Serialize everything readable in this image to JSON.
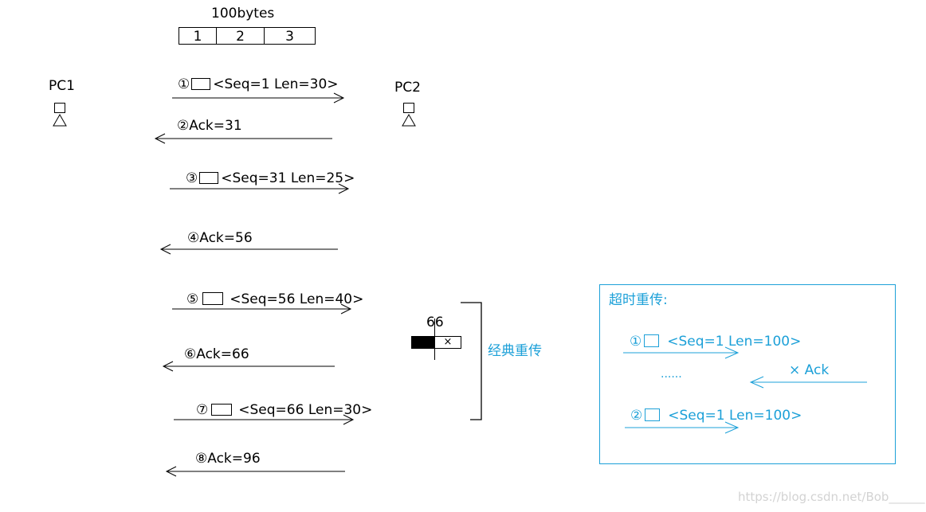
{
  "header": {
    "total_label": "100bytes",
    "segments": [
      "1",
      "2",
      "3"
    ]
  },
  "nodes": {
    "left": "PC1",
    "right": "PC2"
  },
  "messages": [
    {
      "num": "①",
      "text": "<Seq=1 Len=30>",
      "direction": "right",
      "has_packet": true
    },
    {
      "num": "②",
      "text": "Ack=31",
      "direction": "left",
      "has_packet": false
    },
    {
      "num": "③",
      "text": "<Seq=31 Len=25>",
      "direction": "right",
      "has_packet": true
    },
    {
      "num": "④",
      "text": "Ack=56",
      "direction": "left",
      "has_packet": false
    },
    {
      "num": "⑤",
      "text": "<Seq=56 Len=40>",
      "direction": "right",
      "has_packet": true
    },
    {
      "num": "⑥",
      "text": "Ack=66",
      "direction": "left",
      "has_packet": false
    },
    {
      "num": "⑦",
      "text": "<Seq=66 Len=30>",
      "direction": "right",
      "has_packet": true
    },
    {
      "num": "⑧",
      "text": "Ack=96",
      "direction": "left",
      "has_packet": false
    }
  ],
  "classic": {
    "marker_value": "66",
    "cross": "×",
    "label": "经典重传"
  },
  "timeout": {
    "title": "超时重传:",
    "line1_num": "①",
    "line1_text": "<Seq=1 Len=100>",
    "dots": "......",
    "ack_text": "× Ack",
    "line2_num": "②",
    "line2_text": "<Seq=1 Len=100>"
  },
  "watermark": "https://blog.csdn.net/Bob______",
  "colors": {
    "accent": "#1ca0d8",
    "ink": "#000000"
  }
}
